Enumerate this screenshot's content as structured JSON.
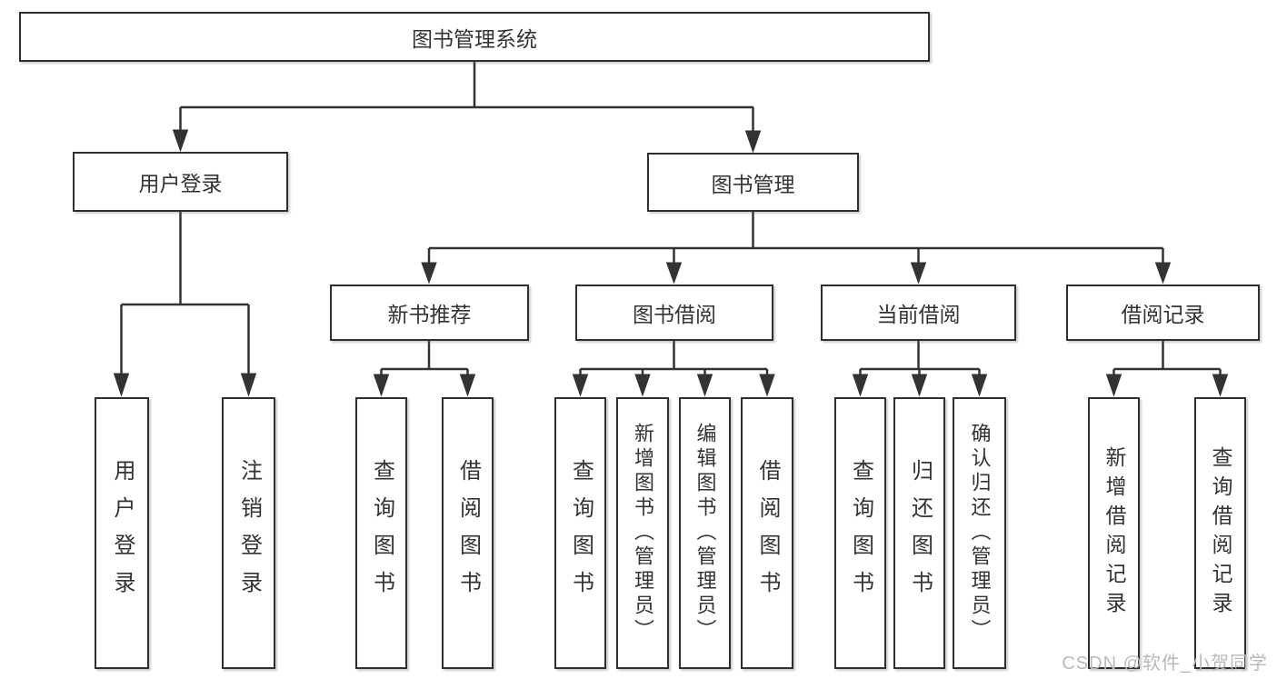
{
  "tree": {
    "label": "图书管理系统",
    "children": [
      {
        "label": "用户登录",
        "children": [
          {
            "label": "用户登录"
          },
          {
            "label": "注销登录"
          }
        ]
      },
      {
        "label": "图书管理",
        "children": [
          {
            "label": "新书推荐",
            "children": [
              {
                "label": "查询图书"
              },
              {
                "label": "借阅图书"
              }
            ]
          },
          {
            "label": "图书借阅",
            "children": [
              {
                "label": "查询图书"
              },
              {
                "label": "新增图书（管理员）"
              },
              {
                "label": "编辑图书（管理员）"
              },
              {
                "label": "借阅图书"
              }
            ]
          },
          {
            "label": "当前借阅",
            "children": [
              {
                "label": "查询图书"
              },
              {
                "label": "归还图书"
              },
              {
                "label": "确认归还（管理员）"
              }
            ]
          },
          {
            "label": "借阅记录",
            "children": [
              {
                "label": "新增借阅记录"
              },
              {
                "label": "查询借阅记录"
              }
            ]
          }
        ]
      }
    ]
  },
  "watermark": {
    "text": "CSDN @软件_小贺同学"
  },
  "colors": {
    "line": "#333333",
    "text": "#333333",
    "box_border": "#2f2f2f",
    "background": "#ffffff",
    "watermark": "#b9b9b9"
  }
}
